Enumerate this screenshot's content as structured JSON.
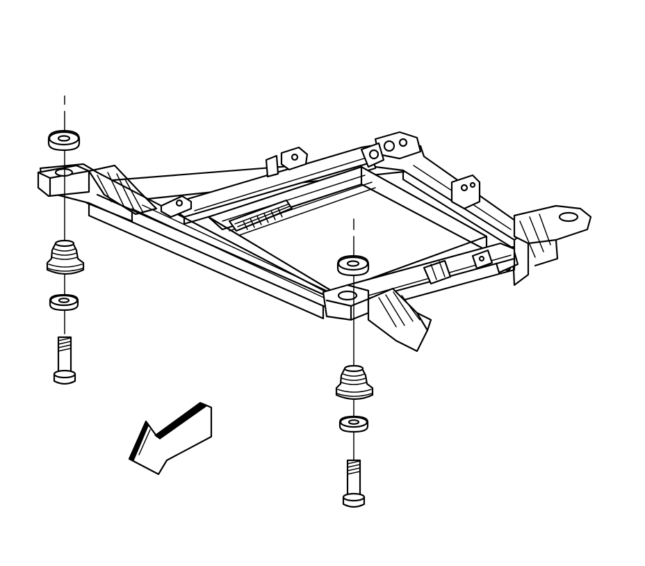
{
  "diagram": {
    "subject": "engine-cradle-mounting-exploded-view",
    "parts": [
      "cradle-frame",
      "upper-insulator-washer",
      "mount-insulator",
      "lower-washer",
      "retaining-bolt"
    ],
    "mount_points": 2,
    "direction_arrow": "front-of-vehicle-arrow",
    "line_color": "#000000",
    "background": "#ffffff"
  }
}
